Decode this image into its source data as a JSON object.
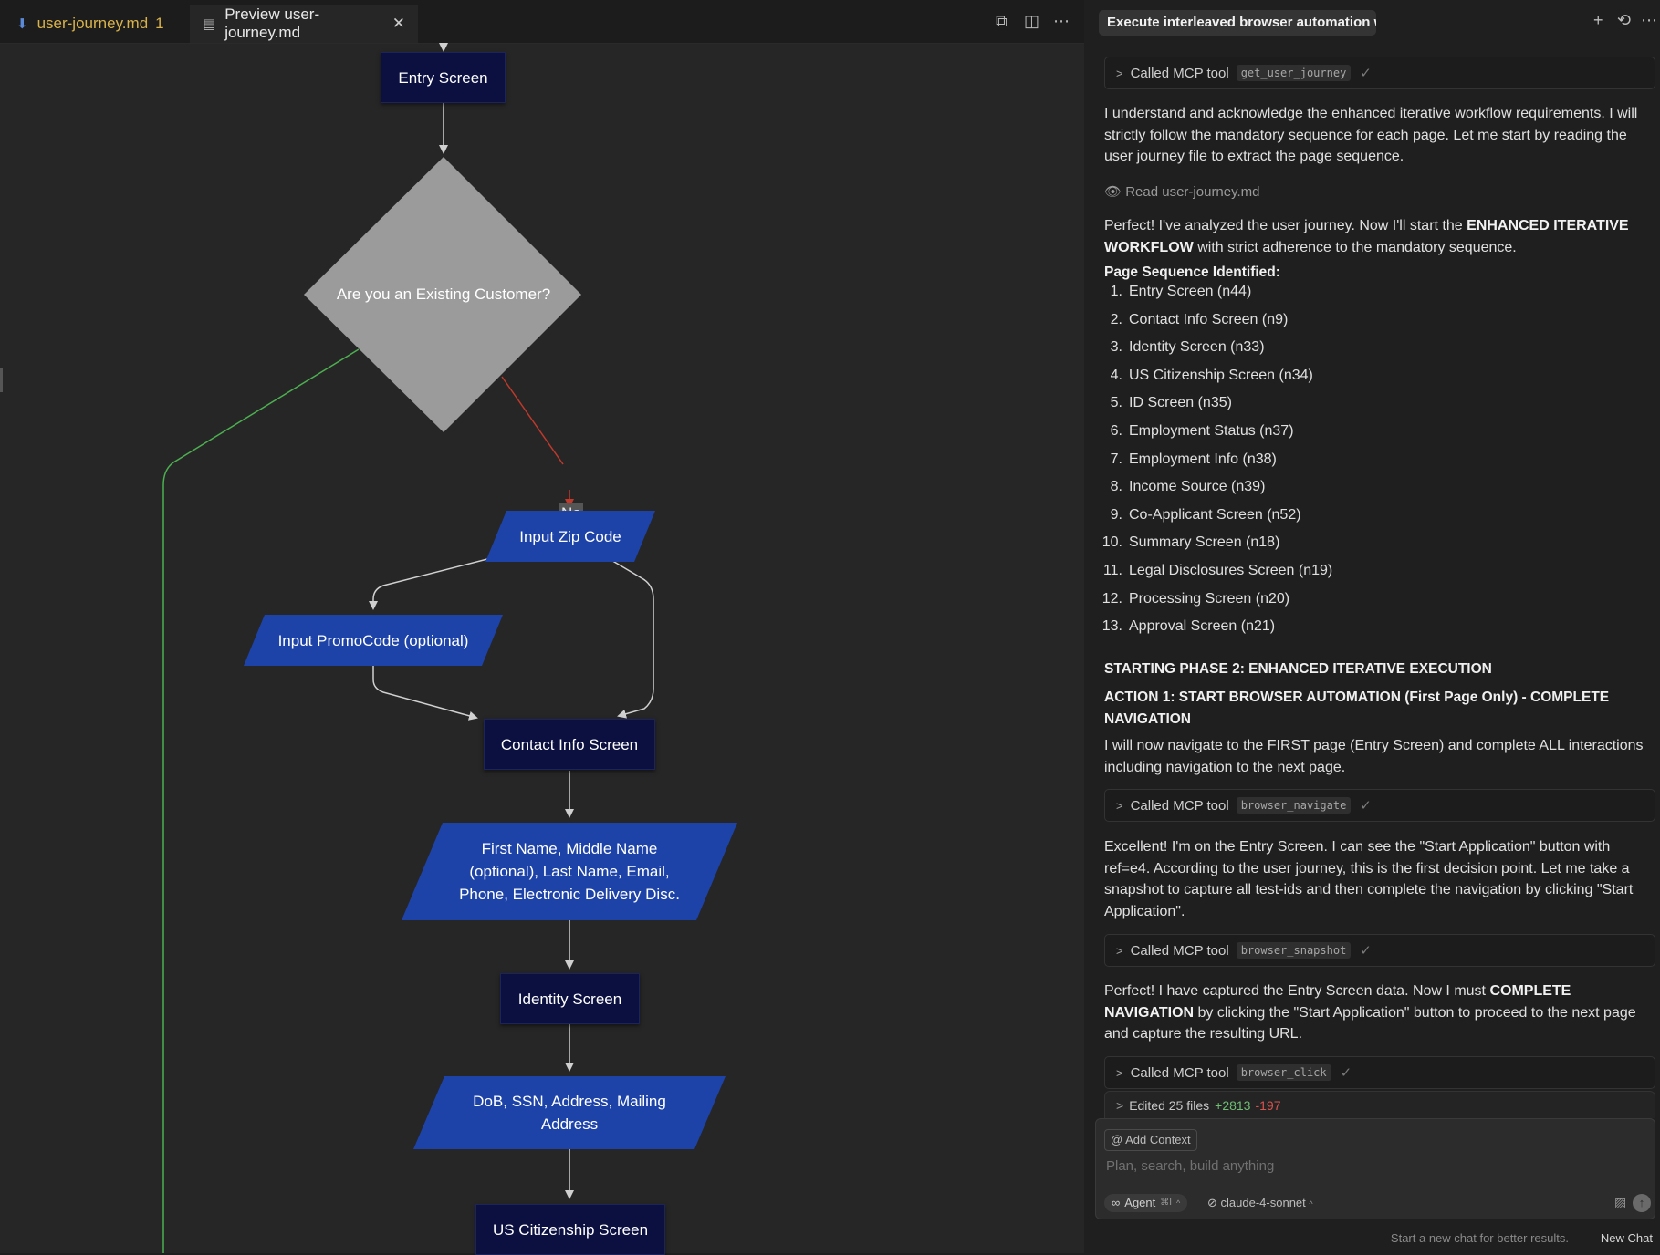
{
  "tabs": [
    {
      "label": "user-journey.md",
      "badge": "1"
    },
    {
      "label": "Preview user-journey.md"
    }
  ],
  "flowchart": {
    "entry": "Entry Screen",
    "decision": "Are you an Existing Customer?",
    "edge_no": "No",
    "zip": "Input Zip Code",
    "promo": "Input PromoCode (optional)",
    "contact": "Contact Info Screen",
    "contact_fields": [
      "First Name, Middle Name",
      "(optional), Last Name, Email,",
      "Phone, Electronic Delivery Disc."
    ],
    "identity": "Identity Screen",
    "identity_fields": [
      "DoB, SSN, Address, Mailing",
      "Address"
    ],
    "citizenship": "US Citizenship Screen"
  },
  "chat": {
    "title": "Execute interleaved browser automation w",
    "tool_label": "Called MCP tool",
    "tools": [
      "get_user_journey",
      "browser_navigate",
      "browser_snapshot",
      "browser_click"
    ],
    "msg1": "I understand and acknowledge the enhanced iterative workflow requirements. I will strictly follow the mandatory sequence for each page. Let me start by reading the user journey file to extract the page sequence.",
    "read_file": "Read user-journey.md",
    "msg2_a": "Perfect! I've analyzed the user journey. Now I'll start the ",
    "msg2_b": "ENHANCED ITERATIVE WORKFLOW",
    "msg2_c": " with strict adherence to the mandatory sequence.",
    "seq_heading": "Page Sequence Identified:",
    "pages": [
      "Entry Screen (n44)",
      "Contact Info Screen (n9)",
      "Identity Screen (n33)",
      "US Citizenship Screen (n34)",
      "ID Screen (n35)",
      "Employment Status (n37)",
      "Employment Info (n38)",
      "Income Source (n39)",
      "Co-Applicant Screen (n52)",
      "Summary Screen (n18)",
      "Legal Disclosures Screen (n19)",
      "Processing Screen (n20)",
      "Approval Screen (n21)"
    ],
    "phase_heading": "STARTING PHASE 2: ENHANCED ITERATIVE EXECUTION",
    "action_heading": "ACTION 1: START BROWSER AUTOMATION (First Page Only) - COMPLETE NAVIGATION",
    "msg3": "I will now navigate to the FIRST page (Entry Screen) and complete ALL interactions including navigation to the next page.",
    "msg4": "Excellent! I'm on the Entry Screen. I can see the \"Start Application\" button with ref=e4. According to the user journey, this is the first decision point. Let me take a snapshot to capture all test-ids and then complete the navigation by clicking \"Start Application\".",
    "msg5_a": "Perfect! I have captured the Entry Screen data. Now I must ",
    "msg5_b": "COMPLETE NAVIGATION",
    "msg5_c": " by clicking the \"Start Application\" button to proceed to the next page and capture the resulting URL.",
    "edited_label": "Edited 25 files",
    "edited_plus": "+2813",
    "edited_minus": "-197",
    "add_context": "Add Context",
    "placeholder": "Plan, search, build anything",
    "agent": "Agent",
    "agent_kbd": "⌘I",
    "model": "claude-4-sonnet",
    "footer_hint": "Start a new chat for better results.",
    "new_chat": "New Chat"
  },
  "colors": {
    "rect_node": "#0b1040",
    "para_node": "#1e43a8",
    "decision": "#9b9b9b",
    "edge": "#d0d0d0",
    "edge_no": "#c0392b",
    "edge_yes": "#4caf50"
  }
}
